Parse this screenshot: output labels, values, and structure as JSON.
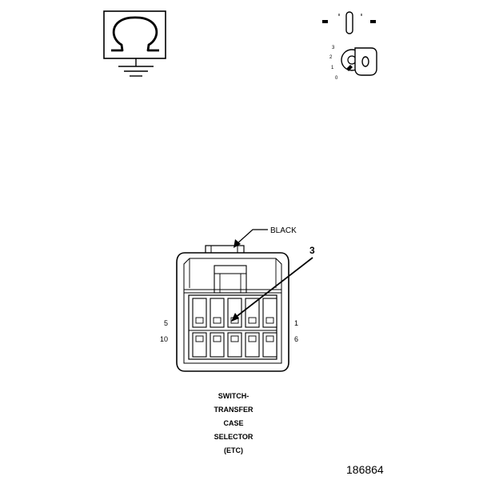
{
  "ignition": {
    "positions": [
      "3",
      "2",
      "1",
      "0"
    ]
  },
  "connector": {
    "color_label": "BLACK",
    "callout": "3",
    "pin_left_top": "5",
    "pin_left_bottom": "10",
    "pin_right_top": "1",
    "pin_right_bottom": "6",
    "name_lines": [
      "SWITCH-",
      "TRANSFER",
      "CASE",
      "SELECTOR",
      "(ETC)"
    ]
  },
  "figure_number": "186864"
}
